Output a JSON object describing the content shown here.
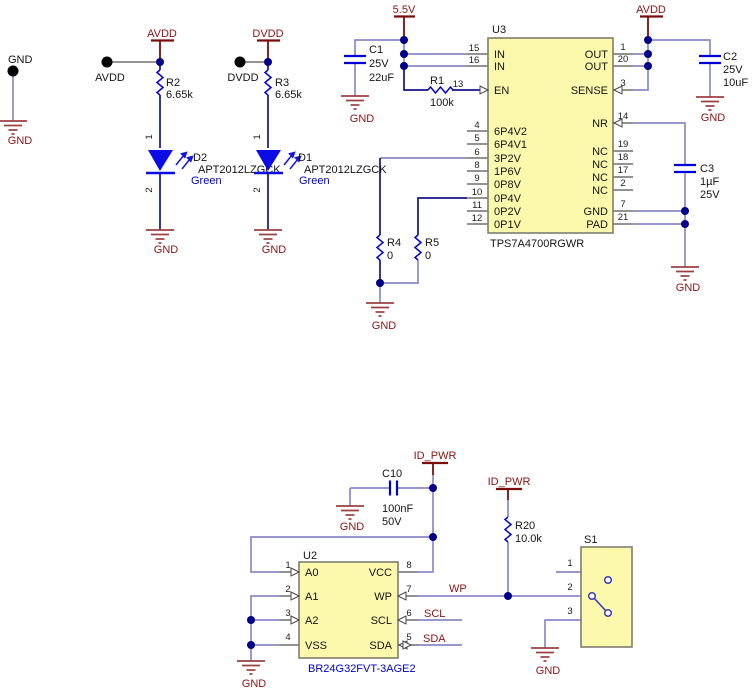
{
  "nets": {
    "gnd": "GND",
    "avdd": "AVDD",
    "dvdd": "DVDD",
    "v55": "5.5V",
    "id_pwr": "ID_PWR",
    "wp": "WP",
    "scl": "SCL",
    "sda": "SDA"
  },
  "testpoints": {
    "gnd_label": "GND",
    "avdd_label": "AVDD",
    "dvdd_label": "DVDD"
  },
  "r1": {
    "ref": "R1",
    "value": "100k"
  },
  "r2": {
    "ref": "R2",
    "value": "6.65k"
  },
  "r3": {
    "ref": "R3",
    "value": "6.65k"
  },
  "r4": {
    "ref": "R4",
    "value": "0"
  },
  "r5": {
    "ref": "R5",
    "value": "0"
  },
  "r20": {
    "ref": "R20",
    "value": "10.0k"
  },
  "c1": {
    "ref": "C1",
    "line1": "25V",
    "line2": "22uF"
  },
  "c2": {
    "ref": "C2",
    "line1": "25V",
    "line2": "10uF"
  },
  "c3": {
    "ref": "C3",
    "line1": "1µF",
    "line2": "25V"
  },
  "c10": {
    "ref": "C10",
    "line1": "100nF",
    "line2": "50V"
  },
  "d2": {
    "ref": "D2",
    "part": "APT2012LZGCK",
    "color": "Green",
    "pin1": "1",
    "pin2": "2"
  },
  "d1": {
    "ref": "D1",
    "part": "APT2012LZGCK",
    "color": "Green",
    "pin1": "1",
    "pin2": "2"
  },
  "u3": {
    "ref": "U3",
    "part": "TPS7A4700RGWR",
    "left": [
      {
        "n": "15",
        "name": "IN"
      },
      {
        "n": "16",
        "name": "IN"
      },
      {
        "n": "13",
        "name": "EN"
      },
      {
        "n": "4",
        "name": "6P4V2"
      },
      {
        "n": "5",
        "name": "6P4V1"
      },
      {
        "n": "6",
        "name": "3P2V"
      },
      {
        "n": "8",
        "name": "1P6V"
      },
      {
        "n": "9",
        "name": "0P8V"
      },
      {
        "n": "10",
        "name": "0P4V"
      },
      {
        "n": "11",
        "name": "0P2V"
      },
      {
        "n": "12",
        "name": "0P1V"
      }
    ],
    "right": [
      {
        "n": "1",
        "name": "OUT"
      },
      {
        "n": "20",
        "name": "OUT"
      },
      {
        "n": "3",
        "name": "SENSE"
      },
      {
        "n": "14",
        "name": "NR"
      },
      {
        "n": "19",
        "name": "NC"
      },
      {
        "n": "18",
        "name": "NC"
      },
      {
        "n": "17",
        "name": "NC"
      },
      {
        "n": "2",
        "name": "NC"
      },
      {
        "n": "7",
        "name": "GND"
      },
      {
        "n": "21",
        "name": "PAD"
      }
    ]
  },
  "u2": {
    "ref": "U2",
    "part": "BR24G32FVT-3AGE2",
    "left": [
      {
        "n": "1",
        "name": "A0"
      },
      {
        "n": "2",
        "name": "A1"
      },
      {
        "n": "3",
        "name": "A2"
      },
      {
        "n": "4",
        "name": "VSS"
      }
    ],
    "right": [
      {
        "n": "8",
        "name": "VCC"
      },
      {
        "n": "7",
        "name": "WP"
      },
      {
        "n": "6",
        "name": "SCL"
      },
      {
        "n": "5",
        "name": "SDA"
      }
    ]
  },
  "s1": {
    "ref": "S1",
    "p1": "1",
    "p2": "2",
    "p3": "3"
  },
  "colors": {
    "wire": "#8A8AC8",
    "wire_dark": "#14148C",
    "junction_dot": "#00008B",
    "power_text": "#8B1414",
    "ground_symbol": "#9B4040",
    "symbol_fill": "#FCF9AD",
    "device_blue": "#0000D8",
    "led_blue": "#0B0BE6"
  }
}
